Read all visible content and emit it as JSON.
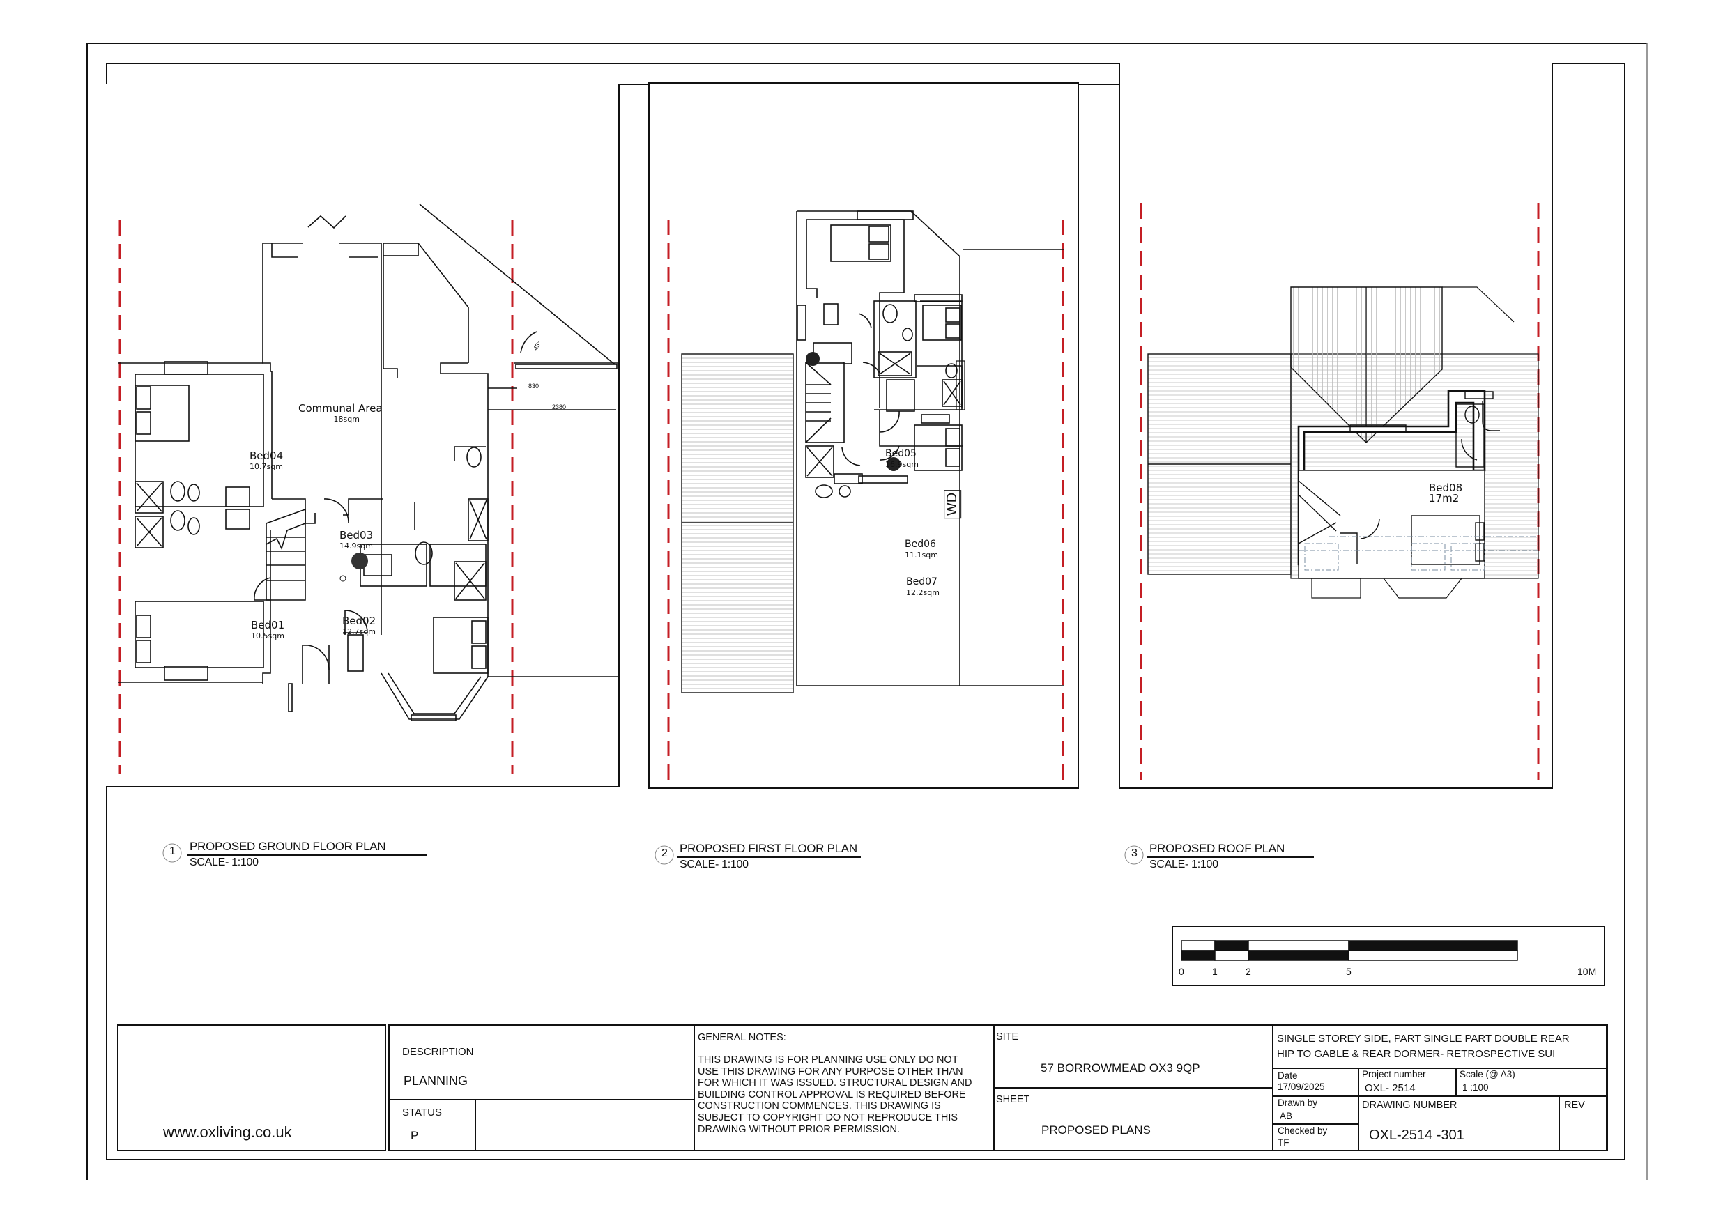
{
  "sheet": {
    "boundary_color": "#c41e24",
    "line_color": "#111111"
  },
  "plans": [
    {
      "number": "1",
      "title": "PROPOSED GROUND FLOOR PLAN",
      "scale": "SCALE- 1:100",
      "rooms": [
        {
          "name": "Communal Area",
          "area": "18sqm"
        },
        {
          "name": "Bed04",
          "area": "10.7sqm"
        },
        {
          "name": "Bed03",
          "area": "14.9sqm"
        },
        {
          "name": "Bed02",
          "area": "12.7sqm"
        },
        {
          "name": "Bed01",
          "area": "10.5sqm"
        }
      ],
      "dimensions": {
        "d1": "830",
        "d2": "2380",
        "angle": "45°"
      }
    },
    {
      "number": "2",
      "title": "PROPOSED FIRST FLOOR PLAN",
      "scale": "SCALE- 1:100",
      "rooms": [
        {
          "name": "Bed05",
          "area": "16.9sqm"
        },
        {
          "name": "Bed06",
          "area": "11.1sqm"
        },
        {
          "name": "Bed07",
          "area": "12.2sqm"
        }
      ],
      "wardrobe_label": "WD"
    },
    {
      "number": "3",
      "title": "PROPOSED ROOF PLAN",
      "scale": "SCALE- 1:100",
      "rooms": [
        {
          "name": "Bed08",
          "area": "17m2"
        }
      ]
    }
  ],
  "scale_bar": {
    "ticks": [
      "0",
      "1",
      "2",
      "5",
      "10M"
    ]
  },
  "title_block": {
    "website": "www.oxliving.co.uk",
    "description_label": "DESCRIPTION",
    "description_value": "PLANNING",
    "status_label": "STATUS",
    "status_value": "P",
    "general_notes_label": "GENERAL NOTES:",
    "general_notes_text": "THIS DRAWING IS FOR PLANNING USE ONLY DO NOT\nUSE THIS DRAWING FOR ANY PURPOSE OTHER THAN\nFOR WHICH IT WAS ISSUED. STRUCTURAL DESIGN AND\nBUILDING CONTROL APPROVAL IS REQUIRED BEFORE\nCONSTRUCTION COMMENCES. THIS DRAWING IS\nSUBJECT TO COPYRIGHT DO NOT REPRODUCE THIS\nDRAWING WITHOUT PRIOR PERMISSION.",
    "site_label": "SITE",
    "site_value": "57 BORROWMEAD OX3 9QP",
    "sheet_label": "SHEET",
    "sheet_value": "PROPOSED PLANS",
    "project_title_line1": "SINGLE STOREY SIDE, PART SINGLE PART DOUBLE REAR",
    "project_title_line2": "HIP TO GABLE & REAR DORMER- RETROSPECTIVE SUI",
    "date_label": "Date",
    "date_value": "17/09/2025",
    "project_number_label": "Project number",
    "project_number_value": "OXL- 2514",
    "scale_label": "Scale (@ A3)",
    "scale_value": "1 :100",
    "drawn_by_label": "Drawn by",
    "drawn_by_value": "AB",
    "checked_by_label": "Checked by",
    "checked_by_value": "TF",
    "drawing_number_label": "DRAWING NUMBER",
    "drawing_number_value": "OXL-2514 -301",
    "rev_label": "REV",
    "rev_value": ""
  }
}
